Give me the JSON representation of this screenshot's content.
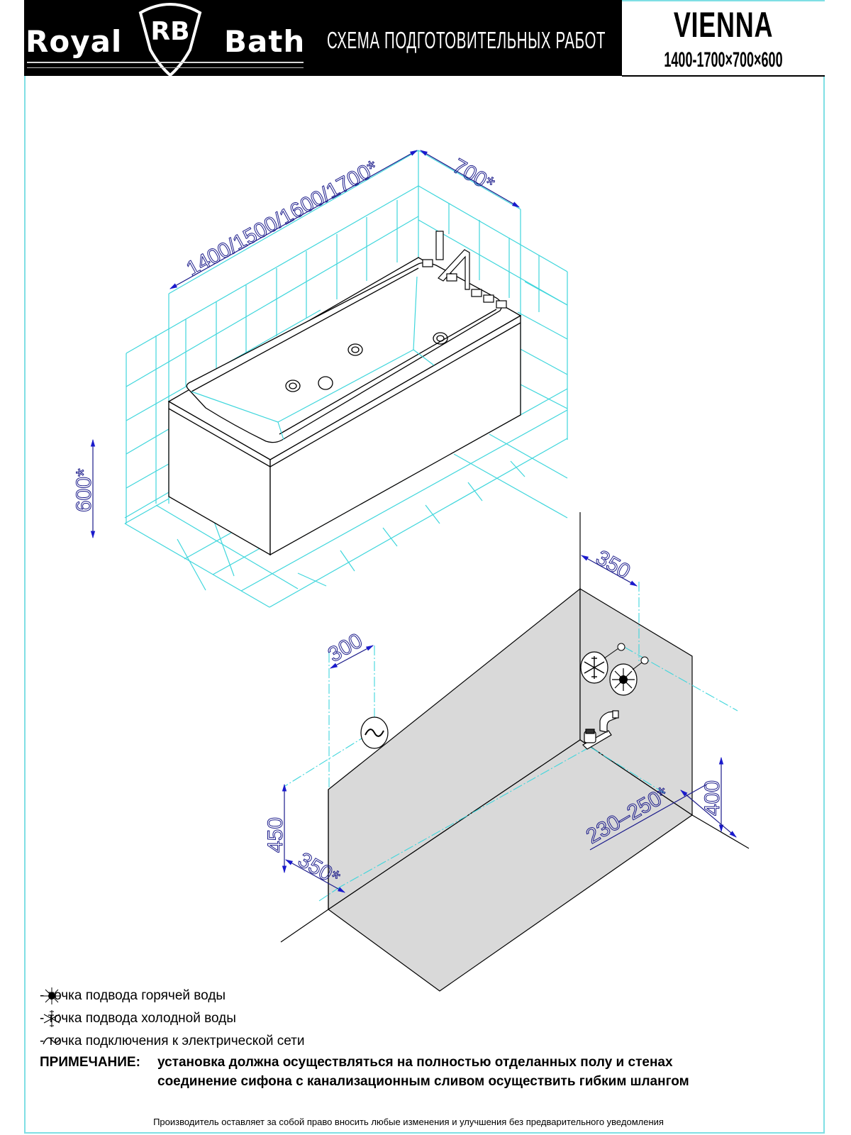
{
  "header": {
    "brand_left": "Royal",
    "brand_mark": "RB",
    "brand_right": "Bath",
    "title": "СХЕМА ПОДГОТОВИТЕЛЬНЫХ РАБОТ",
    "model_name": "VIENNA",
    "model_dims": "1400-1700×700×600"
  },
  "drawing_top": {
    "title": "isometric bathtub view",
    "dimensions": {
      "length": "1400/1500/1600/1700*",
      "width": "700*",
      "height": "600*"
    },
    "jets_count": 5,
    "colors": {
      "tile_grid": "#3fd6dc",
      "outline": "#000000",
      "dimension": "#1a1a8a"
    }
  },
  "drawing_bottom": {
    "title": "installation preparation view",
    "dimensions": {
      "supply_offset": "350",
      "power_offset": "300",
      "supply_height": "400",
      "power_height": "450",
      "drain_offset": "350*",
      "drain_distance": "230–250*"
    },
    "colors": {
      "fill": "#d9d9d9",
      "outline": "#000000",
      "guide": "#3fd6dc",
      "dimension": "#1a1a8a"
    }
  },
  "legend": {
    "items": [
      {
        "icon": "hot-water-icon",
        "label": "- точка подвода горячей воды"
      },
      {
        "icon": "cold-water-icon",
        "label": "- точка подвода холодной воды"
      },
      {
        "icon": "power-outlet-icon",
        "label": "- точка подключения к электрической сети"
      }
    ]
  },
  "note": {
    "heading": "ПРИМЕЧАНИЕ:",
    "line1": "установка должна осуществляться на полностью отделанных полу и стенах",
    "line2": "соединение сифона с канализационным сливом осуществить гибким шлангом"
  },
  "footer": {
    "disclaimer": "Производитель оставляет за собой право вносить любые изменения и улучшения без предварительного уведомления"
  }
}
